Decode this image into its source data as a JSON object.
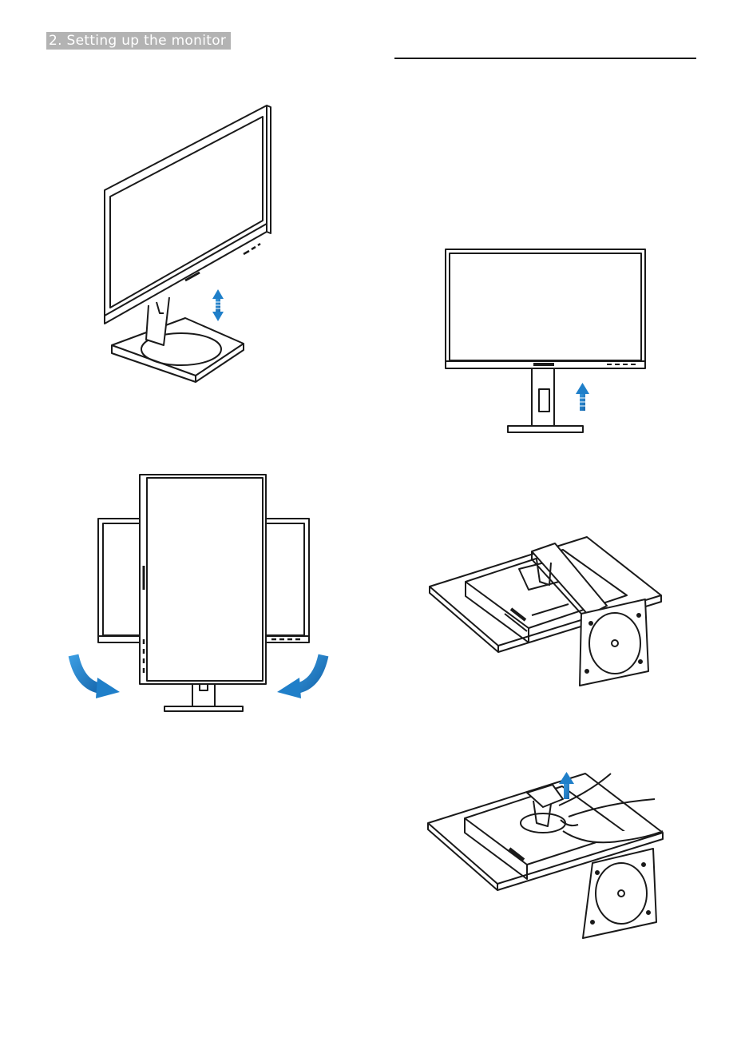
{
  "page": {
    "section_header": "2. Setting up the monitor"
  },
  "figures": [
    {
      "id": "height-adjustment",
      "depicts": "monitor on stand with up-down arrow"
    },
    {
      "id": "pivot",
      "depicts": "monitor rotating between landscape and portrait with two curved arrows"
    },
    {
      "id": "remove-stand-step1",
      "depicts": "front view of monitor with upward arrow below the screen"
    },
    {
      "id": "remove-stand-step2",
      "depicts": "monitor lying face down with stand attached"
    },
    {
      "id": "remove-stand-step3",
      "depicts": "hand pressing release and lifting the stand"
    }
  ],
  "colors": {
    "accent_arrow": "#1f7fc9",
    "line": "#1a1a1a",
    "header_tab_bg": "#b3b3b3",
    "header_tab_text": "#ffffff"
  }
}
